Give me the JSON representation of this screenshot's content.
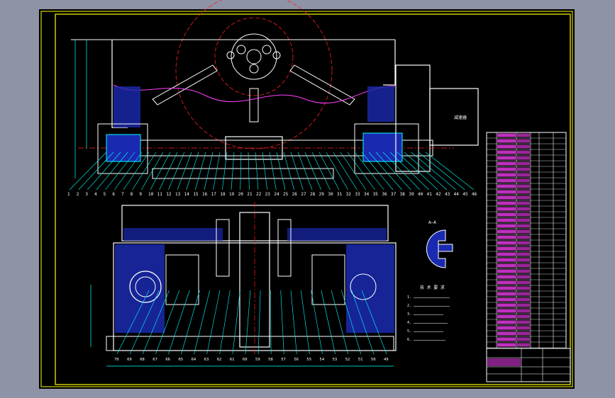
{
  "drawing": {
    "part_numbers_top": [
      "1",
      "2",
      "3",
      "4",
      "5",
      "6",
      "7",
      "8",
      "9",
      "10",
      "11",
      "12",
      "13",
      "14",
      "15",
      "16",
      "17",
      "18",
      "19",
      "20",
      "21",
      "22",
      "23",
      "24",
      "25",
      "26",
      "27",
      "28",
      "29",
      "30",
      "31",
      "32",
      "33",
      "34",
      "35",
      "36",
      "37",
      "38",
      "39",
      "40",
      "41",
      "42",
      "43",
      "44",
      "45",
      "46"
    ],
    "part_numbers_bottom": [
      "70",
      "69",
      "68",
      "67",
      "66",
      "65",
      "64",
      "63",
      "62",
      "61",
      "60",
      "59",
      "58",
      "57",
      "56",
      "55",
      "54",
      "53",
      "52",
      "51",
      "50",
      "49"
    ],
    "section_label": "A—A",
    "tech_req_title": "技 术 要 求",
    "tech_req_lines": [
      "1. ……………………………………………",
      "2. ……………………………………………",
      "3. ……………………………………",
      "4. …………………………………………",
      "5. ……………………………………",
      "6. ………………………………………"
    ],
    "side_label": "减速器",
    "colors": {
      "background": "#000000",
      "frame": "#ffff00",
      "part": "#ffffff",
      "centerline": "#ff2020",
      "dimension": "#00ffff",
      "hatch": "#3060ff",
      "cut": "#ff40ff",
      "bom_rows": "#ff40ff"
    }
  }
}
